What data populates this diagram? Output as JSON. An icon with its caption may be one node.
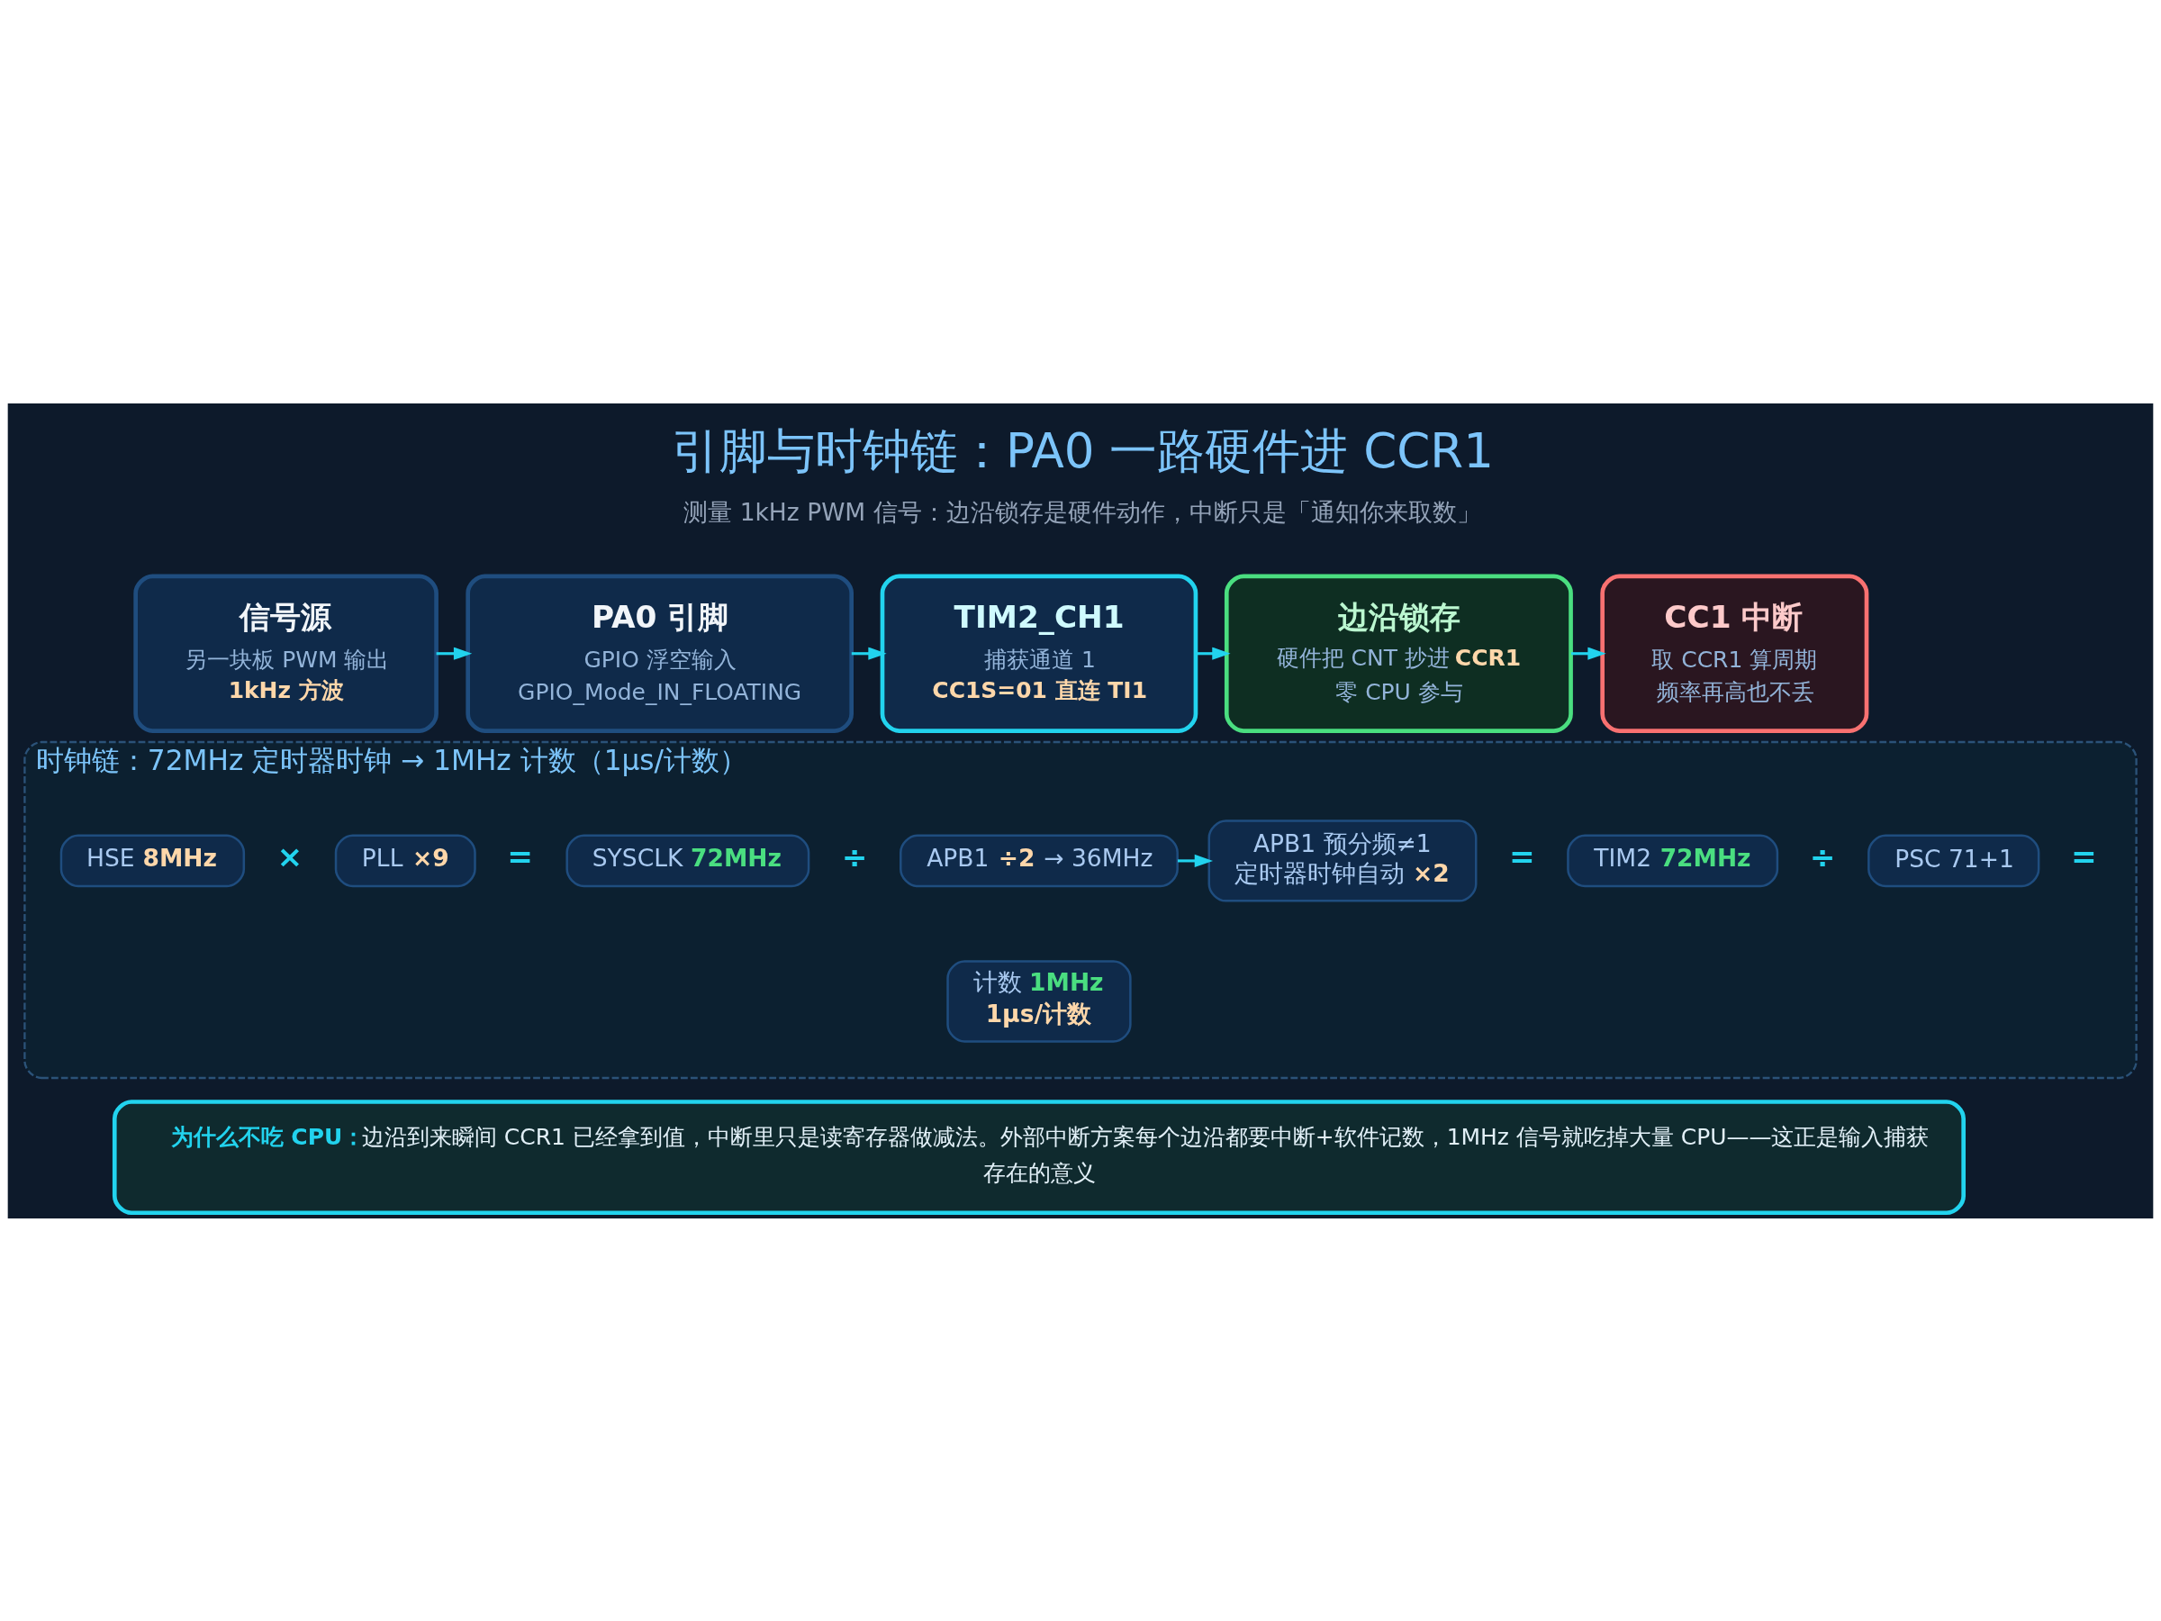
{
  "diagram": {
    "title": "引脚与时钟链：PA0 一路硬件进 CCR1",
    "caption": "测量 1kHz PWM 信号：边沿锁存是硬件动作，中断只是「通知你来取数」",
    "nodes": [
      {
        "text": [
          "信号源",
          "另一块板 PWM 输出",
          "1kHz 方波"
        ]
      },
      {
        "text": [
          "PA0 引脚",
          "GPIO 浮空输入",
          "GPIO_Mode_IN_FLOATING"
        ]
      },
      {
        "text": [
          "TIM2_CH1",
          "捕获通道 1",
          "CC1S=01 直连 TI1"
        ]
      },
      {
        "text": [
          "边沿锁存",
          "硬件把 CNT 抄进 **CCR1**",
          "零 CPU 参与"
        ]
      },
      {
        "text": [
          "CC1 中断",
          "取 CCR1 算周期",
          "频率再高也不丢"
        ]
      },
      {
        "text": [
          "时钟链：72MHz 定时器时钟 → 1MHz 计数（1μs/计数）"
        ]
      },
      {
        "text": [
          "HSE **8MHz**"
        ],
        "in": 5
      },
      {
        "text": [
          "PLL **×9**"
        ],
        "in": 5
      },
      {
        "text": [
          "SYSCLK **72MHz**"
        ],
        "in": 5
      },
      {
        "text": [
          "APB1 **÷2** → 36MHz"
        ],
        "in": 5
      },
      {
        "text": [
          "APB1 预分频≠1",
          "定时器时钟自动 **×2**"
        ],
        "in": 5
      },
      {
        "text": [
          "TIM2 **72MHz**"
        ],
        "in": 5
      },
      {
        "text": [
          "PSC 71+1"
        ],
        "in": 5
      },
      {
        "text": [
          "计数 **1MHz**",
          "1μs/计数"
        ],
        "in": 5
      },
      {
        "text": [
          "**为什么不吃 CPU：**边沿到来瞬间 CCR1 已经拿到值，中断里只是读寄存器做减法。外部中断方案每个边沿都要中断+软件记数，1MHz 信号就吃掉大量 CPU——这正是输入捕获存在的意义"
        ]
      }
    ],
    "edges": [
      {
        "from": 0,
        "to": 1,
        "arrow": "to"
      },
      {
        "from": 1,
        "to": 2,
        "arrow": "to"
      },
      {
        "from": 2,
        "to": 3,
        "arrow": "to"
      },
      {
        "from": 3,
        "to": 4,
        "arrow": "to"
      },
      {
        "from": 9,
        "to": 10,
        "arrow": "to"
      }
    ],
    "labels": [
      "×",
      "=",
      "÷",
      "=",
      "÷",
      "="
    ]
  }
}
